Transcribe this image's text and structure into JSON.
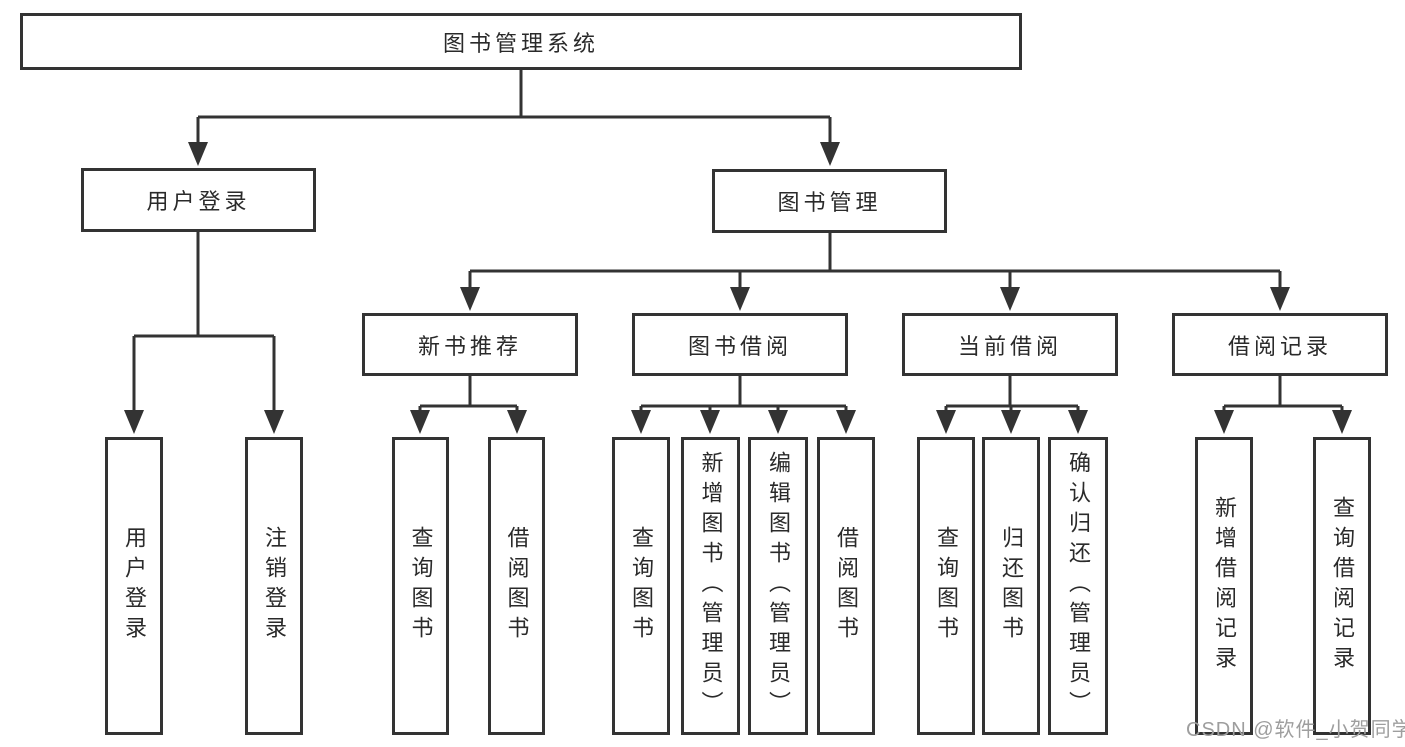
{
  "diagram": {
    "root": "图书管理系统",
    "user_login": {
      "label": "用户登录",
      "children": [
        "用户登录",
        "注销登录"
      ]
    },
    "book_mgmt": {
      "label": "图书管理",
      "sections": [
        {
          "label": "新书推荐",
          "children": [
            "查询图书",
            "借阅图书"
          ]
        },
        {
          "label": "图书借阅",
          "children": [
            "查询图书",
            "新增图书（管理员）",
            "编辑图书（管理员）",
            "借阅图书"
          ]
        },
        {
          "label": "当前借阅",
          "children": [
            "查询图书",
            "归还图书",
            "确认归还（管理员）"
          ]
        },
        {
          "label": "借阅记录",
          "children": [
            "新增借阅记录",
            "查询借阅记录"
          ]
        }
      ]
    }
  },
  "watermark": "CSDN @软件_小贺同学",
  "colors": {
    "line": "#333333",
    "box_border": "#333333",
    "text": "#2a2a2a",
    "watermark": "#9e9e9e",
    "background": "#ffffff"
  }
}
